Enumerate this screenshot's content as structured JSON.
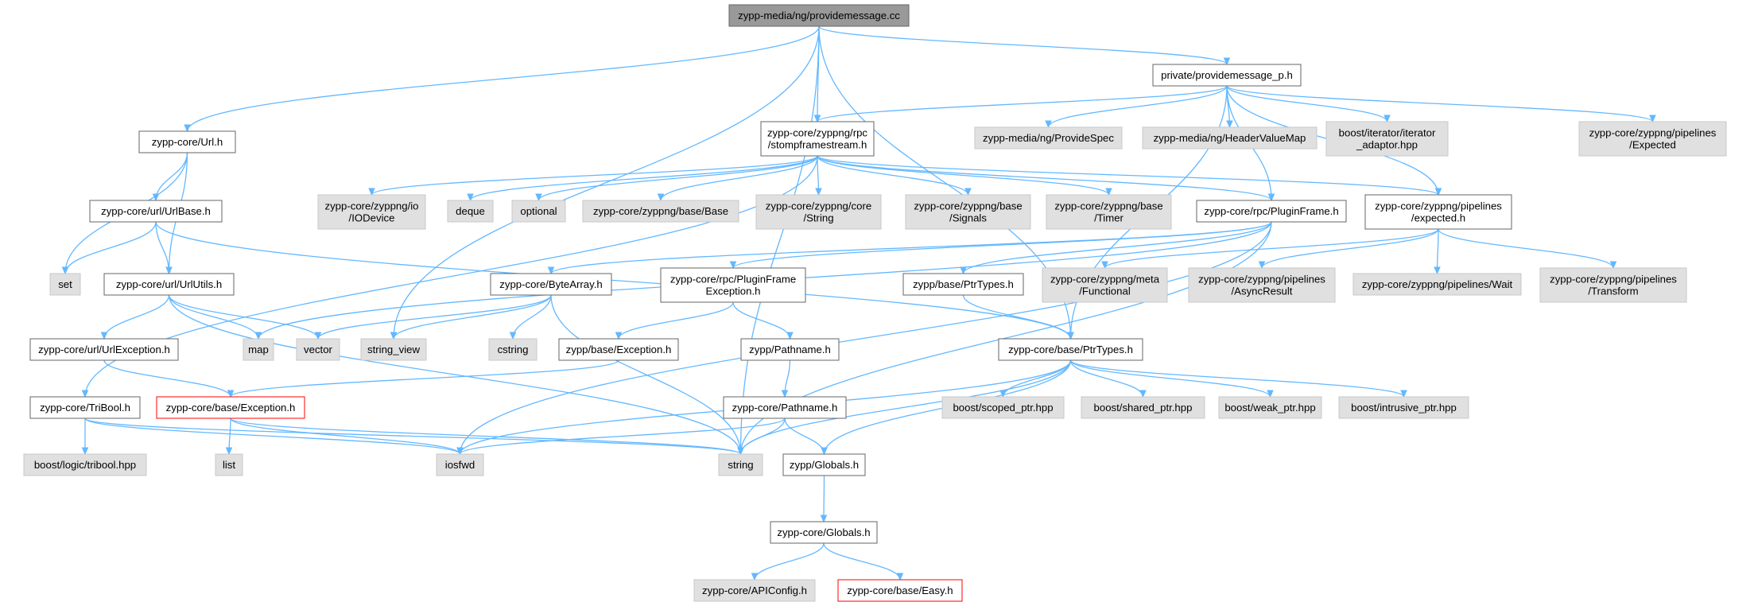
{
  "graph": {
    "title": "zypp-media/ng/providemessage.cc",
    "nodes": [
      {
        "id": "root",
        "lines": [
          "zypp-media/ng/providemessage.cc"
        ],
        "kind": "root"
      },
      {
        "id": "pm_p",
        "lines": [
          "private/providemessage_p.h"
        ],
        "kind": "local"
      },
      {
        "id": "url",
        "lines": [
          "zypp-core/Url.h"
        ],
        "kind": "local"
      },
      {
        "id": "stomp",
        "lines": [
          "zypp-core/zyppng/rpc",
          "/stompframestream.h"
        ],
        "kind": "local"
      },
      {
        "id": "providespec",
        "lines": [
          "zypp-media/ng/ProvideSpec"
        ],
        "kind": "external"
      },
      {
        "id": "hvm",
        "lines": [
          "zypp-media/ng/HeaderValueMap"
        ],
        "kind": "external"
      },
      {
        "id": "iteradaptor",
        "lines": [
          "boost/iterator/iterator",
          "_adaptor.hpp"
        ],
        "kind": "external"
      },
      {
        "id": "pl_expected_ext",
        "lines": [
          "zypp-core/zyppng/pipelines",
          "/Expected"
        ],
        "kind": "external"
      },
      {
        "id": "urlbase",
        "lines": [
          "zypp-core/url/UrlBase.h"
        ],
        "kind": "local"
      },
      {
        "id": "iodevice",
        "lines": [
          "zypp-core/zyppng/io",
          "/IODevice"
        ],
        "kind": "external"
      },
      {
        "id": "deque",
        "lines": [
          "deque"
        ],
        "kind": "external"
      },
      {
        "id": "optional",
        "lines": [
          "optional"
        ],
        "kind": "external"
      },
      {
        "id": "base_base",
        "lines": [
          "zypp-core/zyppng/base/Base"
        ],
        "kind": "external"
      },
      {
        "id": "core_string",
        "lines": [
          "zypp-core/zyppng/core",
          "/String"
        ],
        "kind": "external"
      },
      {
        "id": "signals",
        "lines": [
          "zypp-core/zyppng/base",
          "/Signals"
        ],
        "kind": "external"
      },
      {
        "id": "timer",
        "lines": [
          "zypp-core/zyppng/base",
          "/Timer"
        ],
        "kind": "external"
      },
      {
        "id": "pluginframe",
        "lines": [
          "zypp-core/rpc/PluginFrame.h"
        ],
        "kind": "local"
      },
      {
        "id": "expected_h",
        "lines": [
          "zypp-core/zyppng/pipelines",
          "/expected.h"
        ],
        "kind": "local"
      },
      {
        "id": "set",
        "lines": [
          "set"
        ],
        "kind": "external"
      },
      {
        "id": "urlutils",
        "lines": [
          "zypp-core/url/UrlUtils.h"
        ],
        "kind": "local"
      },
      {
        "id": "bytearray",
        "lines": [
          "zypp-core/ByteArray.h"
        ],
        "kind": "local"
      },
      {
        "id": "pfexc",
        "lines": [
          "zypp-core/rpc/PluginFrame",
          "Exception.h"
        ],
        "kind": "local"
      },
      {
        "id": "zypp_ptrtypes",
        "lines": [
          "zypp/base/PtrTypes.h"
        ],
        "kind": "local"
      },
      {
        "id": "functional",
        "lines": [
          "zypp-core/zyppng/meta",
          "/Functional"
        ],
        "kind": "external"
      },
      {
        "id": "asyncresult",
        "lines": [
          "zypp-core/zyppng/pipelines",
          "/AsyncResult"
        ],
        "kind": "external"
      },
      {
        "id": "wait",
        "lines": [
          "zypp-core/zyppng/pipelines/Wait"
        ],
        "kind": "external"
      },
      {
        "id": "transform",
        "lines": [
          "zypp-core/zyppng/pipelines",
          "/Transform"
        ],
        "kind": "external"
      },
      {
        "id": "map",
        "lines": [
          "map"
        ],
        "kind": "external"
      },
      {
        "id": "vector",
        "lines": [
          "vector"
        ],
        "kind": "external"
      },
      {
        "id": "string_view",
        "lines": [
          "string_view"
        ],
        "kind": "external"
      },
      {
        "id": "cstring",
        "lines": [
          "cstring"
        ],
        "kind": "external"
      },
      {
        "id": "urlexc",
        "lines": [
          "zypp-core/url/UrlException.h"
        ],
        "kind": "local"
      },
      {
        "id": "zypp_exc",
        "lines": [
          "zypp/base/Exception.h"
        ],
        "kind": "local"
      },
      {
        "id": "zypp_pathname",
        "lines": [
          "zypp/Pathname.h"
        ],
        "kind": "local"
      },
      {
        "id": "core_ptrtypes",
        "lines": [
          "zypp-core/base/PtrTypes.h"
        ],
        "kind": "local"
      },
      {
        "id": "tribool",
        "lines": [
          "zypp-core/TriBool.h"
        ],
        "kind": "local"
      },
      {
        "id": "core_exc",
        "lines": [
          "zypp-core/base/Exception.h"
        ],
        "kind": "missing"
      },
      {
        "id": "core_pathname",
        "lines": [
          "zypp-core/Pathname.h"
        ],
        "kind": "local"
      },
      {
        "id": "scoped_ptr",
        "lines": [
          "boost/scoped_ptr.hpp"
        ],
        "kind": "external"
      },
      {
        "id": "shared_ptr",
        "lines": [
          "boost/shared_ptr.hpp"
        ],
        "kind": "external"
      },
      {
        "id": "weak_ptr",
        "lines": [
          "boost/weak_ptr.hpp"
        ],
        "kind": "external"
      },
      {
        "id": "intrusive_ptr",
        "lines": [
          "boost/intrusive_ptr.hpp"
        ],
        "kind": "external"
      },
      {
        "id": "tribool_hpp",
        "lines": [
          "boost/logic/tribool.hpp"
        ],
        "kind": "external"
      },
      {
        "id": "list",
        "lines": [
          "list"
        ],
        "kind": "external"
      },
      {
        "id": "iosfwd",
        "lines": [
          "iosfwd"
        ],
        "kind": "external"
      },
      {
        "id": "string",
        "lines": [
          "string"
        ],
        "kind": "external"
      },
      {
        "id": "zypp_globals",
        "lines": [
          "zypp/Globals.h"
        ],
        "kind": "local"
      },
      {
        "id": "core_globals",
        "lines": [
          "zypp-core/Globals.h"
        ],
        "kind": "local"
      },
      {
        "id": "apiconfig",
        "lines": [
          "zypp-core/APIConfig.h"
        ],
        "kind": "external"
      },
      {
        "id": "easy",
        "lines": [
          "zypp-core/base/Easy.h"
        ],
        "kind": "missing"
      }
    ],
    "edges": [
      [
        "root",
        "pm_p"
      ],
      [
        "root",
        "url"
      ],
      [
        "root",
        "stomp"
      ],
      [
        "root",
        "string_view"
      ],
      [
        "root",
        "core_ptrtypes"
      ],
      [
        "root",
        "string"
      ],
      [
        "pm_p",
        "providespec"
      ],
      [
        "pm_p",
        "hvm"
      ],
      [
        "pm_p",
        "iteradaptor"
      ],
      [
        "pm_p",
        "pl_expected_ext"
      ],
      [
        "pm_p",
        "expected_h"
      ],
      [
        "pm_p",
        "stomp"
      ],
      [
        "pm_p",
        "pluginframe"
      ],
      [
        "pm_p",
        "core_ptrtypes"
      ],
      [
        "url",
        "urlbase"
      ],
      [
        "url",
        "urlutils"
      ],
      [
        "url",
        "set"
      ],
      [
        "urlbase",
        "set"
      ],
      [
        "urlbase",
        "urlutils"
      ],
      [
        "urlbase",
        "core_ptrtypes"
      ],
      [
        "urlutils",
        "map"
      ],
      [
        "urlutils",
        "vector"
      ],
      [
        "urlutils",
        "urlexc"
      ],
      [
        "urlutils",
        "string"
      ],
      [
        "urlexc",
        "core_exc"
      ],
      [
        "stomp",
        "tribool"
      ],
      [
        "stomp",
        "iodevice"
      ],
      [
        "stomp",
        "deque"
      ],
      [
        "stomp",
        "optional"
      ],
      [
        "stomp",
        "base_base"
      ],
      [
        "stomp",
        "core_string"
      ],
      [
        "stomp",
        "signals"
      ],
      [
        "stomp",
        "timer"
      ],
      [
        "stomp",
        "pluginframe"
      ],
      [
        "stomp",
        "expected_h"
      ],
      [
        "pluginframe",
        "bytearray"
      ],
      [
        "pluginframe",
        "pfexc"
      ],
      [
        "pluginframe",
        "zypp_ptrtypes"
      ],
      [
        "pluginframe",
        "map"
      ],
      [
        "pluginframe",
        "iosfwd"
      ],
      [
        "pluginframe",
        "string"
      ],
      [
        "expected_h",
        "functional"
      ],
      [
        "expected_h",
        "asyncresult"
      ],
      [
        "expected_h",
        "wait"
      ],
      [
        "expected_h",
        "transform"
      ],
      [
        "bytearray",
        "vector"
      ],
      [
        "bytearray",
        "string_view"
      ],
      [
        "bytearray",
        "cstring"
      ],
      [
        "bytearray",
        "string"
      ],
      [
        "pfexc",
        "zypp_exc"
      ],
      [
        "pfexc",
        "zypp_pathname"
      ],
      [
        "zypp_exc",
        "core_exc"
      ],
      [
        "zypp_pathname",
        "core_pathname"
      ],
      [
        "zypp_ptrtypes",
        "core_ptrtypes"
      ],
      [
        "core_ptrtypes",
        "scoped_ptr"
      ],
      [
        "core_ptrtypes",
        "shared_ptr"
      ],
      [
        "core_ptrtypes",
        "weak_ptr"
      ],
      [
        "core_ptrtypes",
        "intrusive_ptr"
      ],
      [
        "core_ptrtypes",
        "iosfwd"
      ],
      [
        "core_ptrtypes",
        "string"
      ],
      [
        "core_ptrtypes",
        "zypp_globals"
      ],
      [
        "tribool",
        "tribool_hpp"
      ],
      [
        "tribool",
        "iosfwd"
      ],
      [
        "tribool",
        "string"
      ],
      [
        "core_exc",
        "list"
      ],
      [
        "core_exc",
        "iosfwd"
      ],
      [
        "core_exc",
        "string"
      ],
      [
        "core_pathname",
        "iosfwd"
      ],
      [
        "core_pathname",
        "string"
      ],
      [
        "core_pathname",
        "zypp_globals"
      ],
      [
        "zypp_globals",
        "core_globals"
      ],
      [
        "core_globals",
        "apiconfig"
      ],
      [
        "core_globals",
        "easy"
      ]
    ]
  }
}
